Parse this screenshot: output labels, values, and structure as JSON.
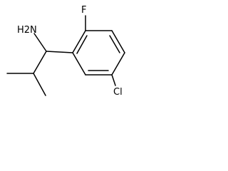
{
  "molecule": {
    "atoms": {
      "amine": "H2N",
      "fluorine": "F",
      "chlorine": "Cl"
    },
    "colors": {
      "bond": "#000000",
      "label": "#000000",
      "background": "#ffffff"
    }
  }
}
